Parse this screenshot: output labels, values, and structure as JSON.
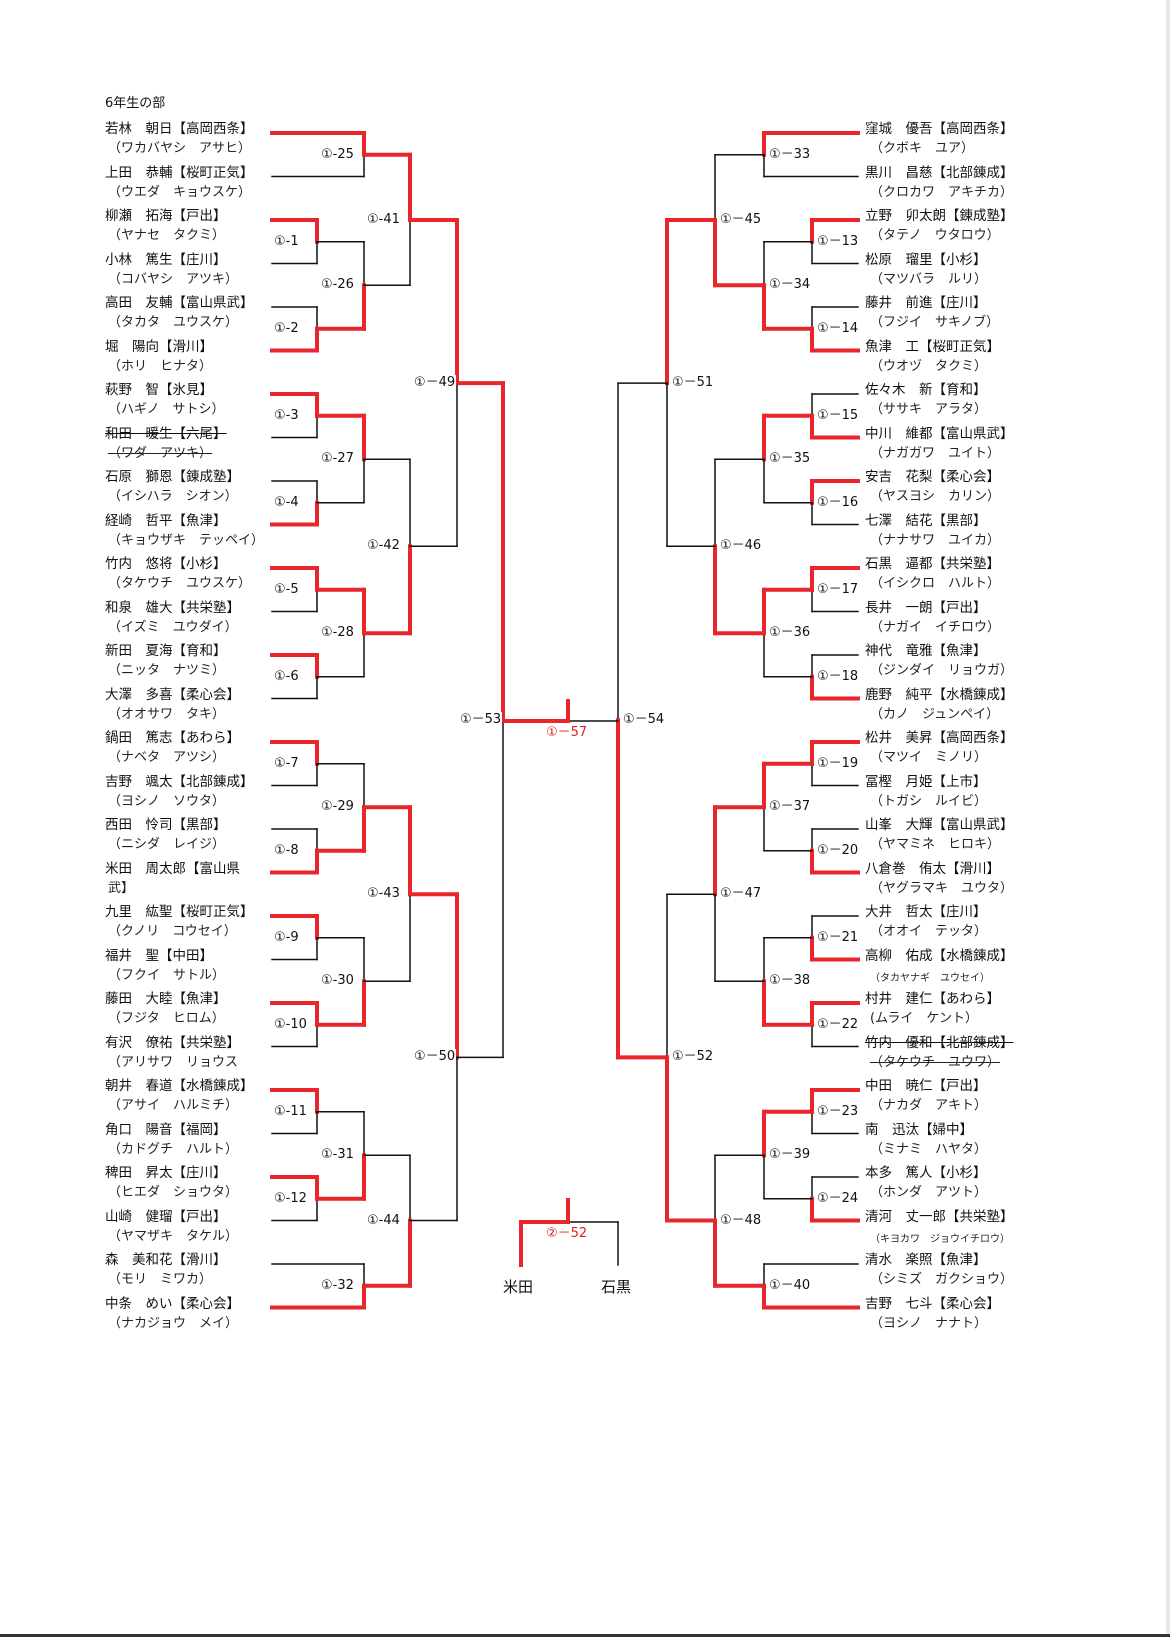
{
  "title": "6年生の部",
  "left": {
    "names": [
      {
        "text": "若林　朝日【高岡西条】",
        "strike": false
      },
      {
        "text": "上田　恭輔【桜町正気】",
        "strike": false
      },
      {
        "text": "柳瀬　拓海【戸出】",
        "strike": false
      },
      {
        "text": "小林　篤生【庄川】",
        "strike": false
      },
      {
        "text": "高田　友輔【富山県武】",
        "strike": false
      },
      {
        "text": "堀　陽向【滑川】",
        "strike": false
      },
      {
        "text": "萩野　智【氷見】",
        "strike": false
      },
      {
        "text": "和田　暖生【六尾】",
        "strike": true
      },
      {
        "text": "石原　獅恩【錬成塾】",
        "strike": false
      },
      {
        "text": "経崎　哲平【魚津】",
        "strike": false
      },
      {
        "text": "竹内　悠将【小杉】",
        "strike": false
      },
      {
        "text": "和泉　雄大【共栄塾】",
        "strike": false
      },
      {
        "text": "新田　夏海【育和】",
        "strike": false
      },
      {
        "text": "大澤　多喜【柔心会】",
        "strike": false
      },
      {
        "text": "鍋田　篤志【あわら】",
        "strike": false
      },
      {
        "text": "吉野　颯太【北部錬成】",
        "strike": false
      },
      {
        "text": "西田　怜司【黒部】",
        "strike": false
      },
      {
        "text": "米田　周太郎【富山県",
        "strike": false
      },
      {
        "text": "九里　紘聖【桜町正気】",
        "strike": false
      },
      {
        "text": "福井　聖【中田】",
        "strike": false
      },
      {
        "text": "藤田　大睦【魚津】",
        "strike": false
      },
      {
        "text": "有沢　僚祐【共栄塾】",
        "strike": false
      },
      {
        "text": "朝井　春道【水橋錬成】",
        "strike": false
      },
      {
        "text": "角口　陽音【福岡】",
        "strike": false
      },
      {
        "text": "稗田　昇太【庄川】",
        "strike": false
      },
      {
        "text": "山崎　健瑠【戸出】",
        "strike": false
      },
      {
        "text": "森　美和花【滑川】",
        "strike": false
      },
      {
        "text": "中条　めい【柔心会】",
        "strike": false
      }
    ],
    "kanas": [
      {
        "text": "（ワカバヤシ　アサヒ）",
        "strike": false
      },
      {
        "text": "（ウエダ　キョウスケ）",
        "strike": false
      },
      {
        "text": "（ヤナセ　タクミ）",
        "strike": false
      },
      {
        "text": "（コバヤシ　アツキ）",
        "strike": false
      },
      {
        "text": "（タカタ　ユウスケ）",
        "strike": false
      },
      {
        "text": "（ホリ　ヒナタ）",
        "strike": false
      },
      {
        "text": "（ハギノ　サトシ）",
        "strike": false
      },
      {
        "text": "（ワダ　アツキ）",
        "strike": true
      },
      {
        "text": "（イシハラ　シオン）",
        "strike": false
      },
      {
        "text": "（キョウザキ　テッペイ）",
        "strike": false
      },
      {
        "text": "（タケウチ　ユウスケ）",
        "strike": false
      },
      {
        "text": "（イズミ　ユウダイ）",
        "strike": false
      },
      {
        "text": "（ニッタ　ナツミ）",
        "strike": false
      },
      {
        "text": "（オオサワ　タキ）",
        "strike": false
      },
      {
        "text": "（ナベタ　アツシ）",
        "strike": false
      },
      {
        "text": "（ヨシノ　ソウタ）",
        "strike": false
      },
      {
        "text": "（ニシダ　レイジ）",
        "strike": false
      },
      {
        "text": "武】",
        "strike": false
      },
      {
        "text": "（クノリ　コウセイ）",
        "strike": false
      },
      {
        "text": "（フクイ　サトル）",
        "strike": false
      },
      {
        "text": "（フジタ　ヒロム）",
        "strike": false
      },
      {
        "text": "（アリサワ　リョウス",
        "strike": false
      },
      {
        "text": "（アサイ　ハルミチ）",
        "strike": false
      },
      {
        "text": "（カドグチ　ハルト）",
        "strike": false
      },
      {
        "text": "（ヒエダ　ショウタ）",
        "strike": false
      },
      {
        "text": "（ヤマザキ　タケル）",
        "strike": false
      },
      {
        "text": "（モリ　ミワカ）",
        "strike": false
      },
      {
        "text": "（ナカジョウ　メイ）",
        "strike": false
      }
    ]
  },
  "right": {
    "names": [
      {
        "text": "窪城　優吾【高岡西条】",
        "strike": false
      },
      {
        "text": "黒川　昌慈【北部錬成】",
        "strike": false
      },
      {
        "text": "立野　卯太朗【錬成塾】",
        "strike": false
      },
      {
        "text": "松原　瑠里【小杉】",
        "strike": false
      },
      {
        "text": "藤井　前進【庄川】",
        "strike": false
      },
      {
        "text": "魚津　工【桜町正気】",
        "strike": false
      },
      {
        "text": "佐々木　新【育和】",
        "strike": false
      },
      {
        "text": "中川　維都【富山県武】",
        "strike": false
      },
      {
        "text": "安吉　花梨【柔心会】",
        "strike": false
      },
      {
        "text": "七澤　結花【黒部】",
        "strike": false
      },
      {
        "text": "石黒　逼都【共栄塾】",
        "strike": false
      },
      {
        "text": "長井　一朗【戸出】",
        "strike": false
      },
      {
        "text": "神代　竜雅【魚津】",
        "strike": false
      },
      {
        "text": "鹿野　純平【水橋錬成】",
        "strike": false
      },
      {
        "text": "松井　美昇【高岡西条】",
        "strike": false
      },
      {
        "text": "冨樫　月姫【上市】",
        "strike": false
      },
      {
        "text": "山峯　大輝【富山県武】",
        "strike": false
      },
      {
        "text": "八倉巻　侑太【滑川】",
        "strike": false
      },
      {
        "text": "大井　哲太【庄川】",
        "strike": false
      },
      {
        "text": "高柳　佑成【水橋錬成】",
        "strike": false
      },
      {
        "text": "村井　建仁【あわら】",
        "strike": false
      },
      {
        "text": "竹内　優和【北部錬成】",
        "strike": true
      },
      {
        "text": "中田　暁仁【戸出】",
        "strike": false
      },
      {
        "text": "南　迅汰【婦中】",
        "strike": false
      },
      {
        "text": "本多　篤人【小杉】",
        "strike": false
      },
      {
        "text": "清河　丈一郎【共栄塾】",
        "strike": false
      },
      {
        "text": "清水　楽照【魚津】",
        "strike": false
      },
      {
        "text": "吉野　七斗【柔心会】",
        "strike": false
      }
    ],
    "kanas": [
      {
        "text": "（クボキ　ユア）",
        "strike": false,
        "small": false
      },
      {
        "text": "（クロカワ　アキチカ）",
        "strike": false,
        "small": false
      },
      {
        "text": "（タテノ　ウタロウ）",
        "strike": false,
        "small": false
      },
      {
        "text": "（マツバラ　ルリ）",
        "strike": false,
        "small": false
      },
      {
        "text": "（フジイ　サキノブ）",
        "strike": false,
        "small": false
      },
      {
        "text": "（ウオヅ　タクミ）",
        "strike": false,
        "small": false
      },
      {
        "text": "（ササキ　アラタ）",
        "strike": false,
        "small": false
      },
      {
        "text": "（ナガガワ　ユイト）",
        "strike": false,
        "small": false
      },
      {
        "text": "（ヤスヨシ　カリン）",
        "strike": false,
        "small": false
      },
      {
        "text": "（ナナサワ　ユイカ）",
        "strike": false,
        "small": false
      },
      {
        "text": "（イシクロ　ハルト）",
        "strike": false,
        "small": false
      },
      {
        "text": "（ナガイ　イチロウ）",
        "strike": false,
        "small": false
      },
      {
        "text": "（ジンダイ　リョウガ）",
        "strike": false,
        "small": false
      },
      {
        "text": "（カノ　ジュンペイ）",
        "strike": false,
        "small": false
      },
      {
        "text": "（マツイ　ミノリ）",
        "strike": false,
        "small": false
      },
      {
        "text": "（トガシ　ルイビ）",
        "strike": false,
        "small": false
      },
      {
        "text": "（ヤマミネ　ヒロキ）",
        "strike": false,
        "small": false
      },
      {
        "text": "（ヤグラマキ　ユウタ）",
        "strike": false,
        "small": false
      },
      {
        "text": "（オオイ　テッタ）",
        "strike": false,
        "small": false
      },
      {
        "text": "（タカヤナギ　ユウセイ）",
        "strike": false,
        "small": true
      },
      {
        "text": "(ムライ　ケント）",
        "strike": false,
        "small": false
      },
      {
        "text": "（タケウチ　ユウワ）",
        "strike": true,
        "small": false
      },
      {
        "text": "（ナカダ　アキト）",
        "strike": false,
        "small": false
      },
      {
        "text": "（ミナミ　ハヤタ）",
        "strike": false,
        "small": false
      },
      {
        "text": "（ホンダ　アツト）",
        "strike": false,
        "small": false
      },
      {
        "text": "（キヨカワ　ジョウイチロウ）",
        "strike": false,
        "small": true
      },
      {
        "text": "（シミズ　ガクショウ）",
        "strike": false,
        "small": false
      },
      {
        "text": "（ヨシノ　ナナト）",
        "strike": false,
        "small": false
      }
    ]
  },
  "matches": {
    "L_r1": [
      "①-25",
      "①-1",
      "①-2",
      "①-3",
      "①-4",
      "①-5",
      "①-6",
      "①-7",
      "①-8",
      "①-9",
      "①-10",
      "①-11",
      "①-12",
      "①-32"
    ],
    "L_r2": [
      "①-26",
      "①-27",
      "①-28",
      "①-29",
      "①-30",
      "①-31"
    ],
    "L_r3": [
      "①-41",
      "①-42",
      "①-43",
      "①-44"
    ],
    "L_r4": [
      "①－49",
      "①－50"
    ],
    "L_r5": "①－53",
    "R_r1": [
      "①－33",
      "①－13",
      "①－14",
      "①－15",
      "①－16",
      "①－17",
      "①－18",
      "①－19",
      "①－20",
      "①－21",
      "①－22",
      "①－23",
      "①－24",
      "①－40"
    ],
    "R_r2": [
      "①－34",
      "①－35",
      "①－36",
      "①－37",
      "①－38",
      "①－39"
    ],
    "R_r3": [
      "①－45",
      "①－46",
      "①－47",
      "①－48"
    ],
    "R_r4": [
      "①－51",
      "①－52"
    ],
    "R_r5": "①－54",
    "final": "①－57",
    "playoff": "②－52"
  },
  "playoff_names": [
    "米田",
    "石黒"
  ],
  "colors": {
    "win": "#e8262b",
    "line": "#111111",
    "text": "#111111"
  }
}
